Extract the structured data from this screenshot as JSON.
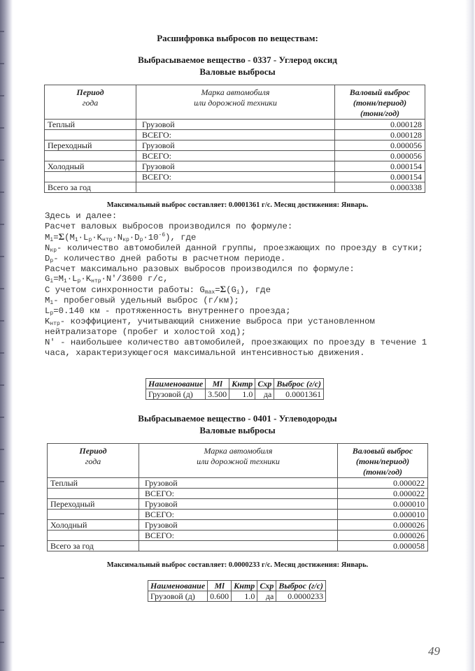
{
  "document": {
    "main_heading": "Расшифровка выбросов по веществам:",
    "page_number": "49"
  },
  "table_headers": {
    "period": [
      "Период",
      "года"
    ],
    "brand": [
      "Марка автомобиля",
      "или дорожной техники"
    ],
    "gross": [
      "Валовый выброс",
      "(тонн/период)",
      "(тонн/год)"
    ]
  },
  "small_table_headers": [
    "Наименование",
    "Ml",
    "Кнтр",
    "Схр",
    "Выброс (г/с)"
  ],
  "substances": [
    {
      "title": "Выбрасываемое вещество - 0337 - Углерод оксид",
      "subtitle": "Валовые выбросы",
      "rows": [
        {
          "period": "Теплый",
          "brand": "Грузовой",
          "value": "0.000128"
        },
        {
          "period": "",
          "brand": "ВСЕГО:",
          "value": "0.000128"
        },
        {
          "period": "Переходный",
          "brand": "Грузовой",
          "value": "0.000056"
        },
        {
          "period": "",
          "brand": "ВСЕГО:",
          "value": "0.000056"
        },
        {
          "period": "Холодный",
          "brand": "Грузовой",
          "value": "0.000154"
        },
        {
          "period": "",
          "brand": "ВСЕГО:",
          "value": "0.000154"
        },
        {
          "period": "Всего за год",
          "brand": "",
          "value": "0.000338"
        }
      ],
      "max_line": "Максимальный выброс составляет: 0.0001361 г/с. Месяц достижения: Январь.",
      "small_table": {
        "name": "Грузовой (д)",
        "ml": "3.500",
        "kntr": "1.0",
        "shr": "да",
        "emission": "0.0001361"
      }
    },
    {
      "title": "Выбрасываемое вещество - 0401 - Углеводороды",
      "subtitle": "Валовые выбросы",
      "rows": [
        {
          "period": "Теплый",
          "brand": "Грузовой",
          "value": "0.000022"
        },
        {
          "period": "",
          "brand": "ВСЕГО:",
          "value": "0.000022"
        },
        {
          "period": "Переходный",
          "brand": "Грузовой",
          "value": "0.000010"
        },
        {
          "period": "",
          "brand": "ВСЕГО:",
          "value": "0.000010"
        },
        {
          "period": "Холодный",
          "brand": "Грузовой",
          "value": "0.000026"
        },
        {
          "period": "",
          "brand": "ВСЕГО:",
          "value": "0.000026"
        },
        {
          "period": "Всего за год",
          "brand": "",
          "value": "0.000058"
        }
      ],
      "max_line": "Максимальный выброс составляет: 0.0000233 г/с. Месяц достижения: Январь.",
      "small_table": {
        "name": "Грузовой (д)",
        "ml": "0.600",
        "kntr": "1.0",
        "shr": "да",
        "emission": "0.0000233"
      }
    }
  ],
  "notes": {
    "intro": "Здесь и далее:",
    "gross_formula_caption": "Расчет валовых выбросов производился по формуле:",
    "gross_formula_tail": ", где",
    "nkr_desc": "- количество автомобилей данной группы, проезжающих по проезду в сутки;",
    "dp_desc": "- количество дней работы в расчетном периоде.",
    "max_formula_caption": "Расчет максимально разовых выбросов производился по формуле:",
    "max_formula_tail": "/3600 г/с,",
    "sync_caption": "С учетом синхронности работы: ",
    "sync_tail": ", где",
    "m1_desc": "- пробеговый удельный выброс (г/км);",
    "lp_desc": "=0.140 км - протяженность внутреннего проезда;",
    "kntr_desc": "- коэффициент, учитывающий снижение выброса при установленном нейтрализаторе (пробег и холостой ход);",
    "n_desc": "N′ - наибольшее количество автомобилей, проезжающих по проезду в течение 1 часа, характеризующегося максимальной интенсивностью движения."
  }
}
